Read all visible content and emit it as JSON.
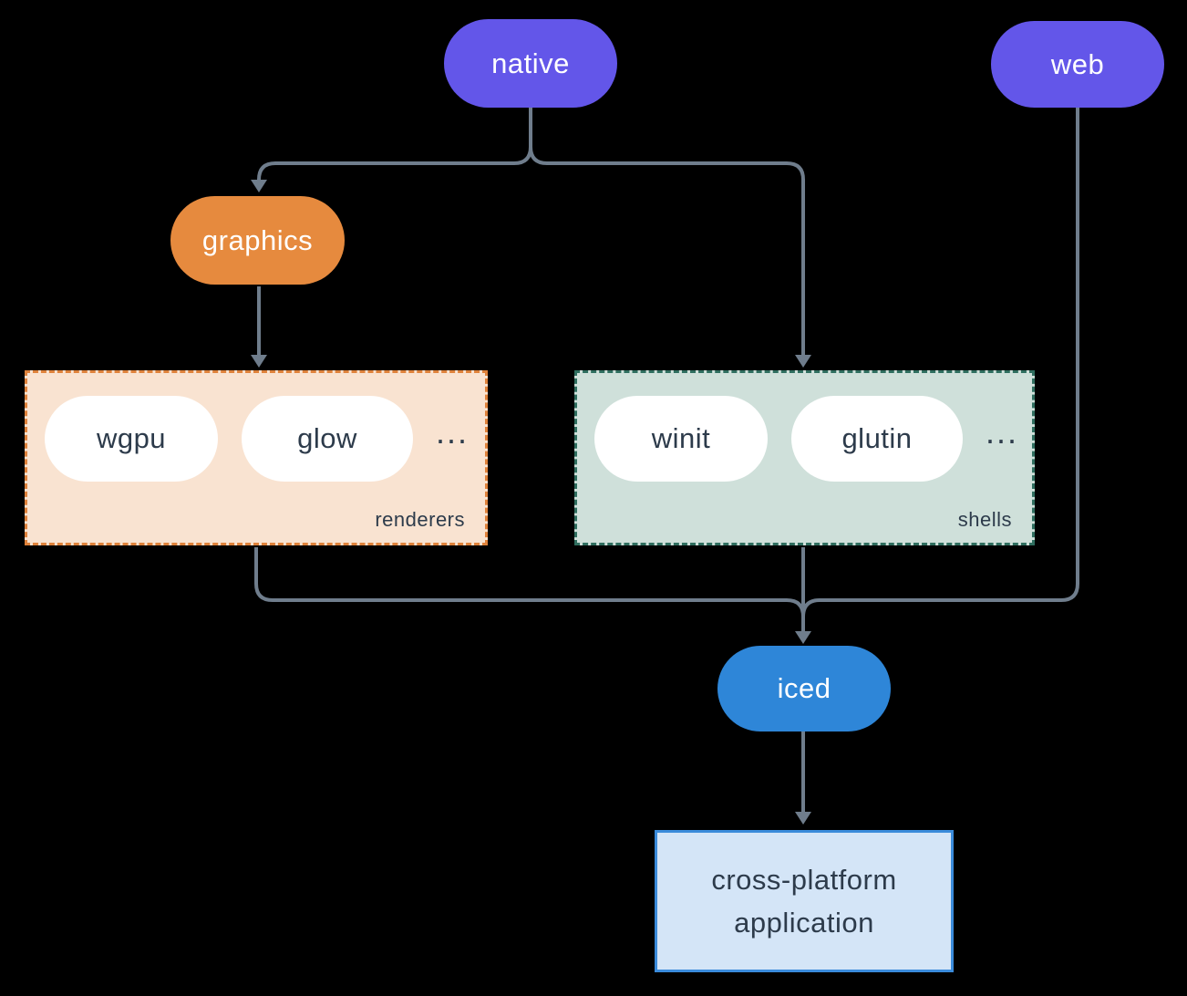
{
  "nodes": {
    "native": "native",
    "web": "web",
    "graphics": "graphics",
    "iced": "iced"
  },
  "groups": {
    "renderers": {
      "label": "renderers",
      "pills": [
        "wgpu",
        "glow"
      ],
      "more": "..."
    },
    "shells": {
      "label": "shells",
      "pills": [
        "winit",
        "glutin"
      ],
      "more": "..."
    }
  },
  "app": {
    "line1": "cross-platform",
    "line2": "application"
  },
  "colors": {
    "background": "#000000",
    "native_web_fill": "#6356E9",
    "graphics_fill": "#E68A3E",
    "iced_fill": "#2E86D8",
    "renderers_fill": "#F9E3D1",
    "renderers_border": "#DF823B",
    "shells_fill": "#CFE0DA",
    "shells_border": "#2F6E5F",
    "app_fill": "#D4E5F7",
    "app_border": "#3A8BDB",
    "connector": "#6F7D8C",
    "text_dark": "#2D3B4B",
    "text_light": "#FFFFFF"
  }
}
